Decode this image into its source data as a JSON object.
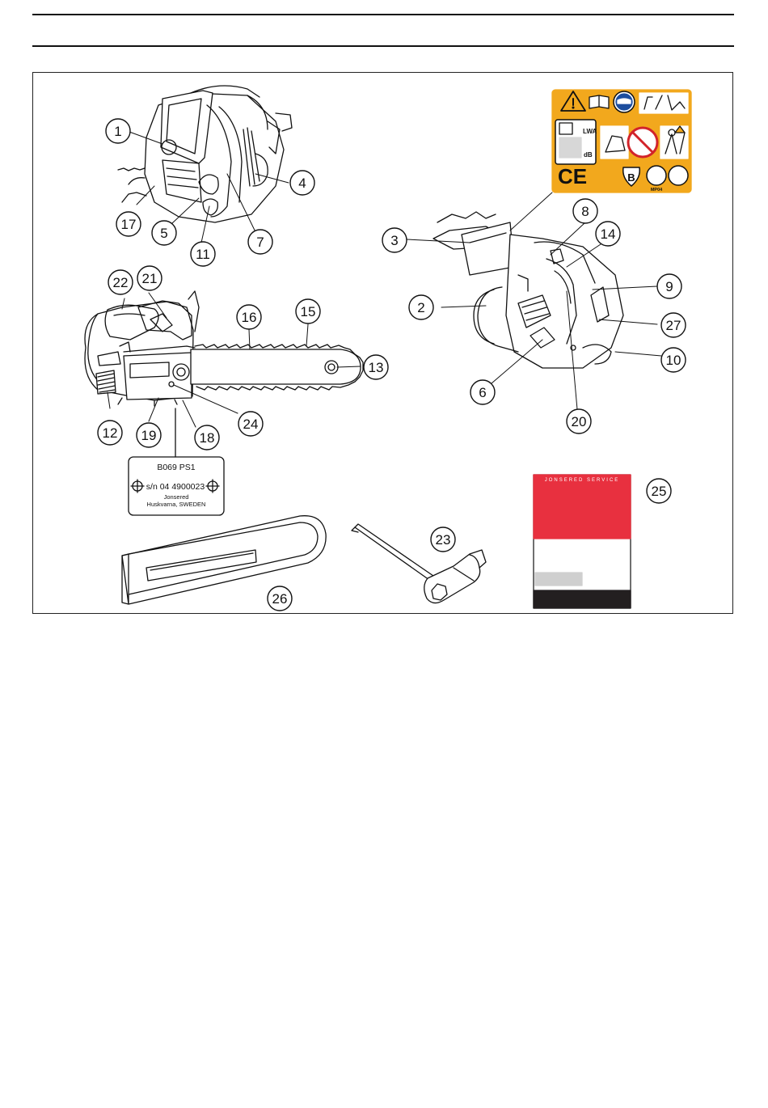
{
  "callouts": [
    {
      "id": "c1",
      "label": "1"
    },
    {
      "id": "c2",
      "label": "2"
    },
    {
      "id": "c3",
      "label": "3"
    },
    {
      "id": "c4",
      "label": "4"
    },
    {
      "id": "c5",
      "label": "5"
    },
    {
      "id": "c6",
      "label": "6"
    },
    {
      "id": "c7",
      "label": "7"
    },
    {
      "id": "c8",
      "label": "8"
    },
    {
      "id": "c9",
      "label": "9"
    },
    {
      "id": "c10",
      "label": "10"
    },
    {
      "id": "c11",
      "label": "11"
    },
    {
      "id": "c12",
      "label": "12"
    },
    {
      "id": "c13",
      "label": "13"
    },
    {
      "id": "c14",
      "label": "14"
    },
    {
      "id": "c15",
      "label": "15"
    },
    {
      "id": "c16",
      "label": "16"
    },
    {
      "id": "c17",
      "label": "17"
    },
    {
      "id": "c18",
      "label": "18"
    },
    {
      "id": "c19",
      "label": "19"
    },
    {
      "id": "c20",
      "label": "20"
    },
    {
      "id": "c21",
      "label": "21"
    },
    {
      "id": "c22",
      "label": "22"
    },
    {
      "id": "c23",
      "label": "23"
    },
    {
      "id": "c24",
      "label": "24"
    },
    {
      "id": "c25",
      "label": "25"
    },
    {
      "id": "c26",
      "label": "26"
    },
    {
      "id": "c27",
      "label": "27"
    }
  ],
  "plate": {
    "model": "B069 PS1",
    "serial": "s/n 04 4900023",
    "maker": "Jonsered",
    "location": "Huskvarna, SWEDEN"
  },
  "warning_label": {
    "ce": "CE",
    "sound": "LWA",
    "unit": "dB",
    "cert": "MP04",
    "b_mark": "B"
  },
  "manual": {
    "header": "JONSERED SERVICE",
    "colors": {
      "top": "#e8303f",
      "bottom": "#231f20"
    }
  },
  "colors": {
    "label_orange": "#f2a81d",
    "line": "#111111"
  }
}
